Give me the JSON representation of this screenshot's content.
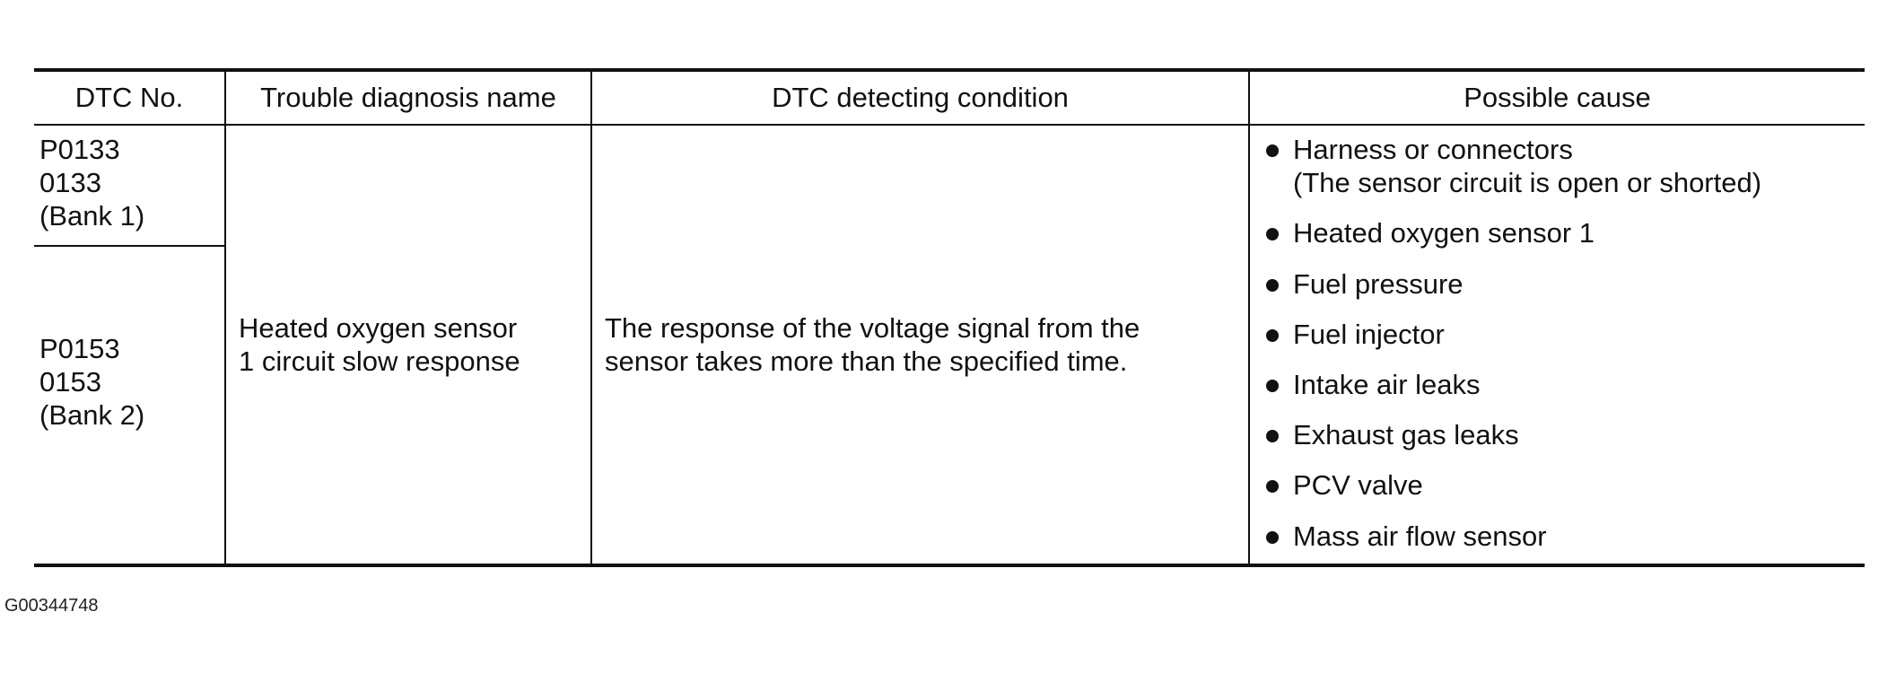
{
  "table": {
    "headers": {
      "dtc_no": "DTC No.",
      "trouble_name": "Trouble diagnosis name",
      "detecting_condition": "DTC detecting condition",
      "possible_cause": "Possible cause"
    },
    "bank1": {
      "code1": "P0133",
      "code2": "0133",
      "bank": "(Bank 1)"
    },
    "bank2": {
      "code1": "P0153",
      "code2": "0153",
      "bank": "(Bank 2)"
    },
    "trouble_name": {
      "line1": "Heated oxygen sensor",
      "line2": "1 circuit slow response"
    },
    "detecting_condition": {
      "line1": "The response of the voltage signal from the",
      "line2": "sensor takes more than the specified time."
    },
    "causes": [
      {
        "text": "Harness or connectors",
        "sub": "(The sensor circuit is open or shorted)"
      },
      {
        "text": "Heated oxygen sensor 1",
        "sub": ""
      },
      {
        "text": "Fuel pressure",
        "sub": ""
      },
      {
        "text": "Fuel injector",
        "sub": ""
      },
      {
        "text": "Intake air leaks",
        "sub": ""
      },
      {
        "text": "Exhaust gas leaks",
        "sub": ""
      },
      {
        "text": "PCV valve",
        "sub": ""
      },
      {
        "text": "Mass air flow sensor",
        "sub": ""
      }
    ]
  },
  "figure_id": "G00344748"
}
